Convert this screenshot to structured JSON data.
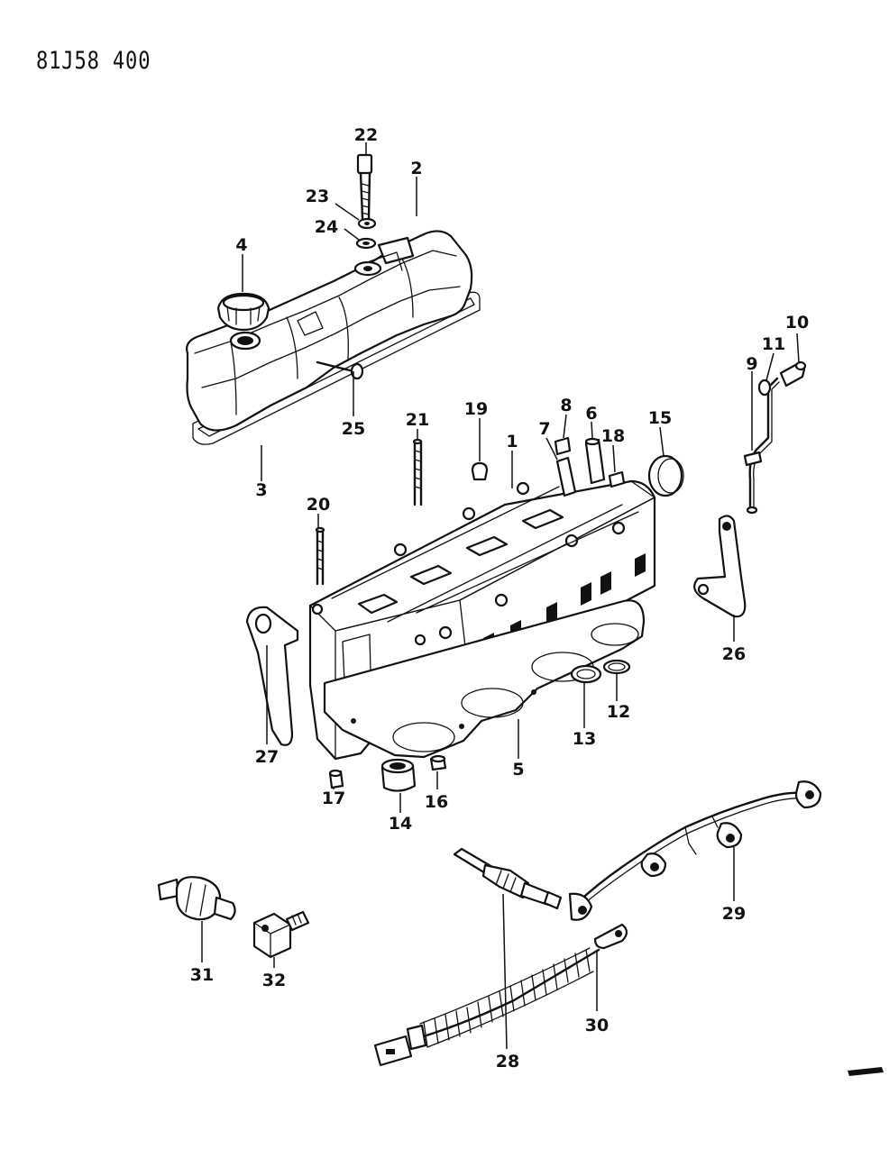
{
  "diagram": {
    "catalog_code": "81J58 400",
    "callouts": [
      "1",
      "2",
      "3",
      "4",
      "5",
      "6",
      "7",
      "8",
      "9",
      "10",
      "11",
      "12",
      "13",
      "14",
      "15",
      "16",
      "17",
      "18",
      "19",
      "20",
      "21",
      "22",
      "23",
      "24",
      "25",
      "26",
      "27",
      "28",
      "29",
      "30",
      "31",
      "32"
    ]
  }
}
